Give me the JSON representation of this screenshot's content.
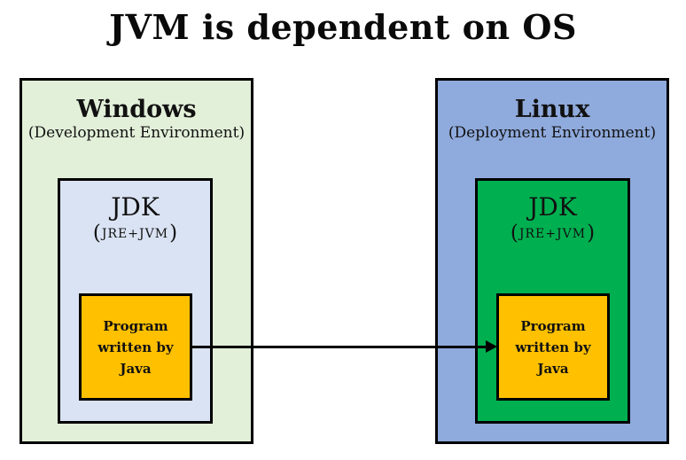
{
  "title": "JVM is dependent on OS",
  "colors": {
    "windows_bg": "#e2efd9",
    "windows_jdk_bg": "#dae3f3",
    "linux_bg": "#8faadc",
    "linux_jdk_bg": "#00b050",
    "program_bg": "#ffc000",
    "border": "#000000"
  },
  "windows": {
    "name": "Windows",
    "subtitle": "(Development Environment)",
    "jdk_label": "JDK",
    "jdk_sub_open": "(",
    "jdk_sub_caps": "JRE+JVM",
    "jdk_sub_close": ")",
    "program_label": "Program written by Java"
  },
  "linux": {
    "name": "Linux",
    "subtitle": "(Deployment Environment)",
    "jdk_label": "JDK",
    "jdk_sub_open": "(",
    "jdk_sub_caps": "JRE+JVM",
    "jdk_sub_close": ")",
    "program_label": "Program written by Java"
  }
}
